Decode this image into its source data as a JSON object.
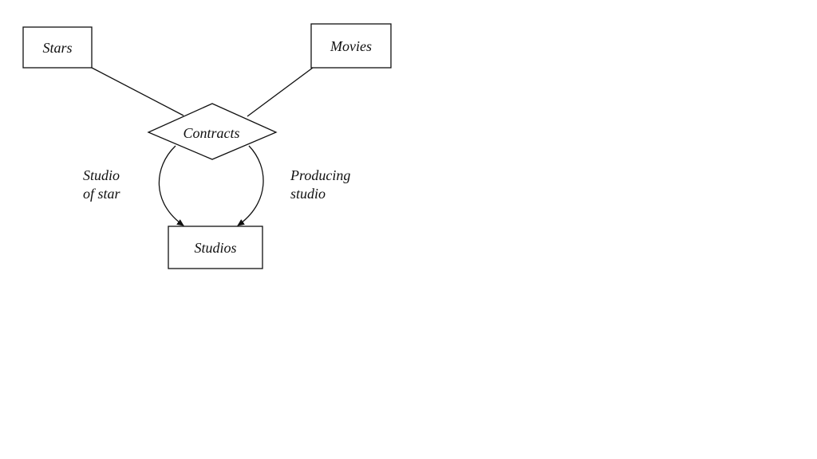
{
  "diagram": {
    "entities": {
      "stars": "Stars",
      "movies": "Movies",
      "studios": "Studios"
    },
    "relationship": "Contracts",
    "roles": {
      "studio_of_star": [
        "Studio",
        "of star"
      ],
      "producing_studio": [
        "Producing",
        "studio"
      ]
    }
  }
}
